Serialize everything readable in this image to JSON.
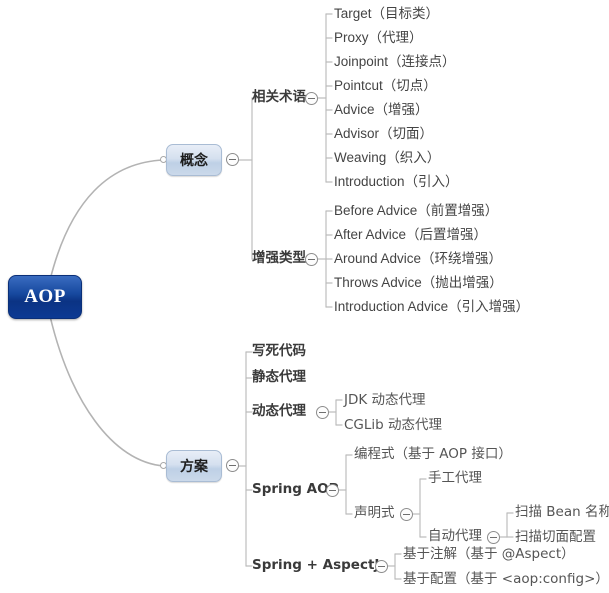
{
  "diagram": {
    "type": "mind-map",
    "title": "AOP",
    "background": "#ffffff",
    "root_color": "#0b3384",
    "branch_color": "#cbd9ea",
    "line_color": "#b0b0b0"
  },
  "root": {
    "label": "AOP"
  },
  "branches": {
    "concept": {
      "label": "概念",
      "toggle": "collapse-toggle"
    },
    "solution": {
      "label": "方案",
      "toggle": "collapse-toggle"
    }
  },
  "groups": {
    "terminology": {
      "label": "相关术语"
    },
    "advice_types": {
      "label": "增强类型"
    },
    "dynamic_proxy": {
      "label": "动态代理"
    },
    "spring_aop": {
      "label": "Spring AOP"
    },
    "spring_aspectj": {
      "label": "Spring + AspectJ"
    },
    "declarative": {
      "label": "声明式"
    },
    "auto_proxy": {
      "label": "自动代理"
    }
  },
  "leaves": {
    "terminology": [
      "Target（目标类）",
      "Proxy（代理）",
      "Joinpoint（连接点）",
      "Pointcut（切点）",
      "Advice（增强）",
      "Advisor（切面）",
      "Weaving（织入）",
      "Introduction（引入）"
    ],
    "advice_types": [
      "Before Advice（前置增强）",
      "After Advice（后置增强）",
      "Around Advice（环绕增强）",
      "Throws Advice（抛出增强）",
      "Introduction Advice（引入增强）"
    ],
    "solution_direct": [
      "写死代码",
      "静态代理"
    ],
    "dynamic_proxy": [
      "JDK 动态代理",
      "CGLib 动态代理"
    ],
    "spring_aop": [
      "编程式（基于 AOP 接口）"
    ],
    "declarative": [
      "手工代理"
    ],
    "auto_proxy": [
      "扫描 Bean 名称",
      "扫描切面配置"
    ],
    "spring_aspectj": [
      "基于注解（基于 @Aspect）",
      "基于配置（基于 <aop:config>）"
    ]
  }
}
